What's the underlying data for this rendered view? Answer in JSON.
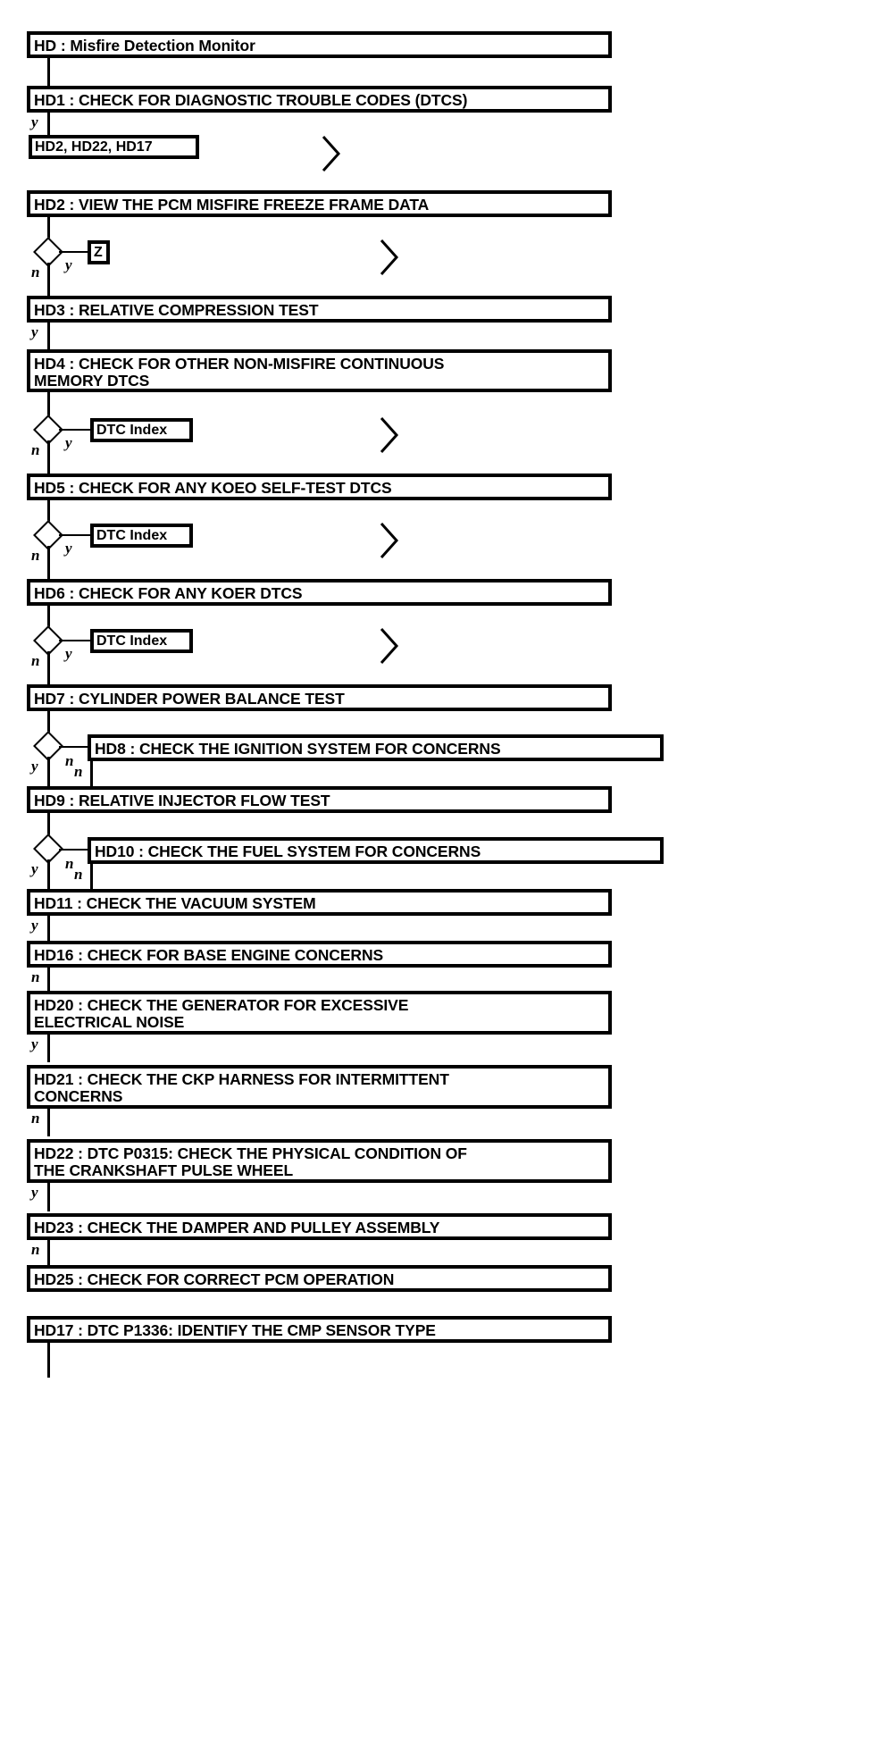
{
  "diagram": {
    "title": "HD : Misfire Detection Monitor",
    "type": "flowchart",
    "description": "Ford pinpoint-test flowchart for the HD Misfire Detection Monitor diagnostic routine.",
    "steps": [
      {
        "id": "HD",
        "label": "HD : Misfire Detection Monitor"
      },
      {
        "id": "HD1",
        "label": "HD1 : CHECK FOR DIAGNOSTIC TROUBLE CODES (DTCS)"
      },
      {
        "id": "HD2",
        "label": "HD2 : VIEW THE PCM MISFIRE FREEZE FRAME DATA"
      },
      {
        "id": "HD3",
        "label": "HD3 : RELATIVE COMPRESSION TEST"
      },
      {
        "id": "HD4",
        "label": "HD4 : CHECK FOR OTHER NON-MISFIRE CONTINUOUS\nMEMORY DTCS"
      },
      {
        "id": "HD5",
        "label": "HD5 : CHECK FOR ANY KOEO SELF-TEST DTCS"
      },
      {
        "id": "HD6",
        "label": "HD6 : CHECK FOR ANY KOER DTCS"
      },
      {
        "id": "HD7",
        "label": "HD7 : CYLINDER POWER BALANCE TEST"
      },
      {
        "id": "HD8",
        "label": "HD8 : CHECK THE IGNITION SYSTEM FOR CONCERNS"
      },
      {
        "id": "HD9",
        "label": "HD9 : RELATIVE INJECTOR FLOW TEST"
      },
      {
        "id": "HD10",
        "label": "HD10 : CHECK THE FUEL SYSTEM FOR CONCERNS"
      },
      {
        "id": "HD11",
        "label": "HD11 : CHECK THE VACUUM SYSTEM"
      },
      {
        "id": "HD16",
        "label": "HD16 : CHECK FOR BASE ENGINE CONCERNS"
      },
      {
        "id": "HD20",
        "label": "HD20 : CHECK THE GENERATOR FOR EXCESSIVE\nELECTRICAL NOISE"
      },
      {
        "id": "HD21",
        "label": "HD21 : CHECK THE CKP HARNESS FOR INTERMITTENT\nCONCERNS"
      },
      {
        "id": "HD22",
        "label": "HD22 : DTC P0315: CHECK THE PHYSICAL CONDITION OF\nTHE CRANKSHAFT PULSE WHEEL"
      },
      {
        "id": "HD23",
        "label": "HD23 : CHECK THE DAMPER AND PULLEY ASSEMBLY"
      },
      {
        "id": "HD25",
        "label": "HD25 : CHECK FOR CORRECT PCM OPERATION"
      },
      {
        "id": "HD17",
        "label": "HD17 : DTC P1336: IDENTIFY THE CMP SENSOR TYPE"
      }
    ],
    "references": [
      {
        "id": "ref-hd2-hd22-hd17",
        "label": "HD2, HD22, HD17"
      },
      {
        "id": "ref-z",
        "label": "Z"
      },
      {
        "id": "ref-dtc-index-1",
        "label": "DTC Index"
      },
      {
        "id": "ref-dtc-index-2",
        "label": "DTC Index"
      },
      {
        "id": "ref-dtc-index-3",
        "label": "DTC Index"
      }
    ],
    "branch_labels": {
      "hd1_yes": "y",
      "hd2_no": "n",
      "hd2_yes": "y",
      "hd3_yes": "y",
      "hd4_no": "n",
      "hd4_yes": "y",
      "hd5_no": "n",
      "hd5_yes": "y",
      "hd6_no": "n",
      "hd6_yes": "y",
      "hd7_yes": "y",
      "hd7_no": "n",
      "hd8_no": "n",
      "hd9_yes": "y",
      "hd9_no": "n",
      "hd10_no": "n",
      "hd11_yes": "y",
      "hd16_no": "n",
      "hd20_yes": "y",
      "hd21_no": "n",
      "hd22_yes": "y",
      "hd23_no": "n"
    },
    "colors": {
      "line": "#000000",
      "box_fill": "#ffffff",
      "text": "#000000",
      "background": "#ffffff"
    },
    "continuation_markers": 5
  }
}
